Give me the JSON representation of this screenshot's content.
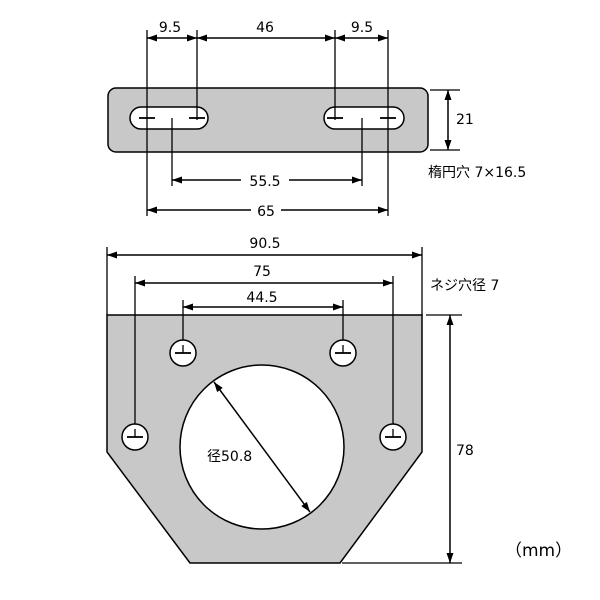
{
  "top_view": {
    "dim_left": "9.5",
    "dim_center": "46",
    "dim_right": "9.5",
    "dim_height": "21",
    "dim_inner": "55.5",
    "dim_outer": "65",
    "note": "楕円穴 7×16.5"
  },
  "front_view": {
    "dim_width": "90.5",
    "dim_outer_holes": "75",
    "dim_inner_holes": "44.5",
    "dim_height": "78",
    "dim_bore": "径50.8",
    "note": "ネジ穴径 7"
  },
  "unit": "（mm）",
  "colors": {
    "plate": "#c8c8c8",
    "line": "#000000",
    "hole": "#ffffff"
  }
}
